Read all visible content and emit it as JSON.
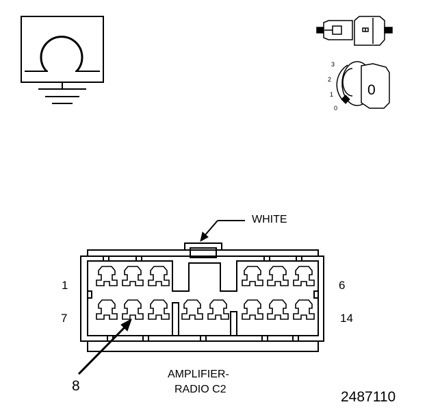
{
  "connector": {
    "color_label": "WHITE",
    "name_line1": "AMPLIFIER-",
    "name_line2": "RADIO C2",
    "pin_labels": {
      "top_left": "1",
      "top_right": "6",
      "bottom_left": "7",
      "bottom_right": "14",
      "callout": "8"
    },
    "cavity_rows": {
      "top_count": 6,
      "bottom_count": 8
    }
  },
  "ignition_switch": {
    "positions": [
      "3",
      "2",
      "1",
      "0"
    ],
    "key_label": "0"
  },
  "figure_number": "2487110",
  "icons": [
    "ground-symbol-icon",
    "ohmmeter-icon",
    "connector-plug-icon",
    "ignition-key-icon"
  ]
}
